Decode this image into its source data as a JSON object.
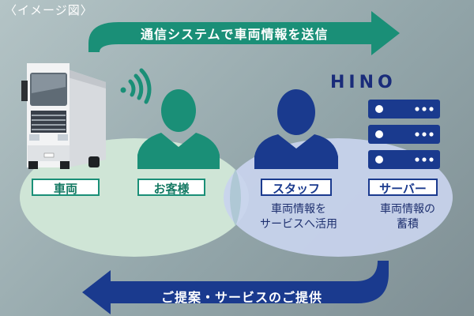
{
  "caption": "〈イメージ図〉",
  "flow": {
    "top_arrow_label": "通信システムで車両情報を送信",
    "bottom_arrow_label": "ご提案・サービスのご提供"
  },
  "brand": "HINO",
  "left_group": {
    "vehicle_label": "車両",
    "customer_label": "お客様"
  },
  "right_group": {
    "staff_label": "スタッフ",
    "staff_desc_line1": "車両情報を",
    "staff_desc_line2": "サービスへ活用",
    "server_label": "サーバー",
    "server_desc_line1": "車両情報の",
    "server_desc_line2": "蓄積"
  },
  "icons": [
    "truck-icon",
    "wifi-signal-icon",
    "customer-person-icon",
    "staff-person-icon",
    "server-rack-icon"
  ],
  "colors": {
    "green_accent": "#1a8f77",
    "blue_accent": "#1a3a8e",
    "green_ellipse": "#cfe5d6",
    "blue_ellipse": "#c9d4ee"
  }
}
